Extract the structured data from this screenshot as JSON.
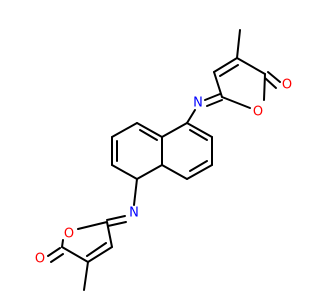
{
  "molecule": {
    "atom_labels": {
      "n_top": "N",
      "n_bottom": "N",
      "o_ring_top": "O",
      "o_carbonyl_top": "O",
      "o_ring_bottom": "O",
      "o_carbonyl_bottom": "O"
    },
    "colors": {
      "bond": "#000000",
      "nitrogen": "#0000ff",
      "oxygen": "#ff0000",
      "background": "#ffffff"
    }
  }
}
